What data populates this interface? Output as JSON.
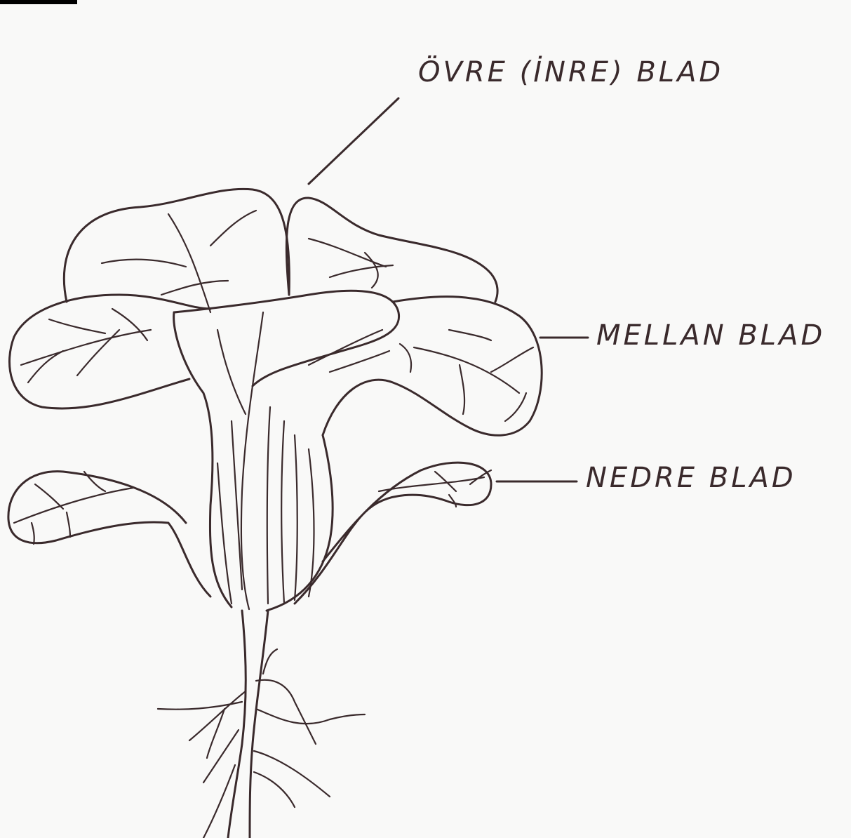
{
  "labels": {
    "upper": "ÖVRE (İNRE) BLAD",
    "middle": "MELLAN BLAD",
    "lower": "NEDRE BLAD"
  },
  "colors": {
    "ink": "#3a2a2c",
    "paper": "#f9f9f8"
  }
}
